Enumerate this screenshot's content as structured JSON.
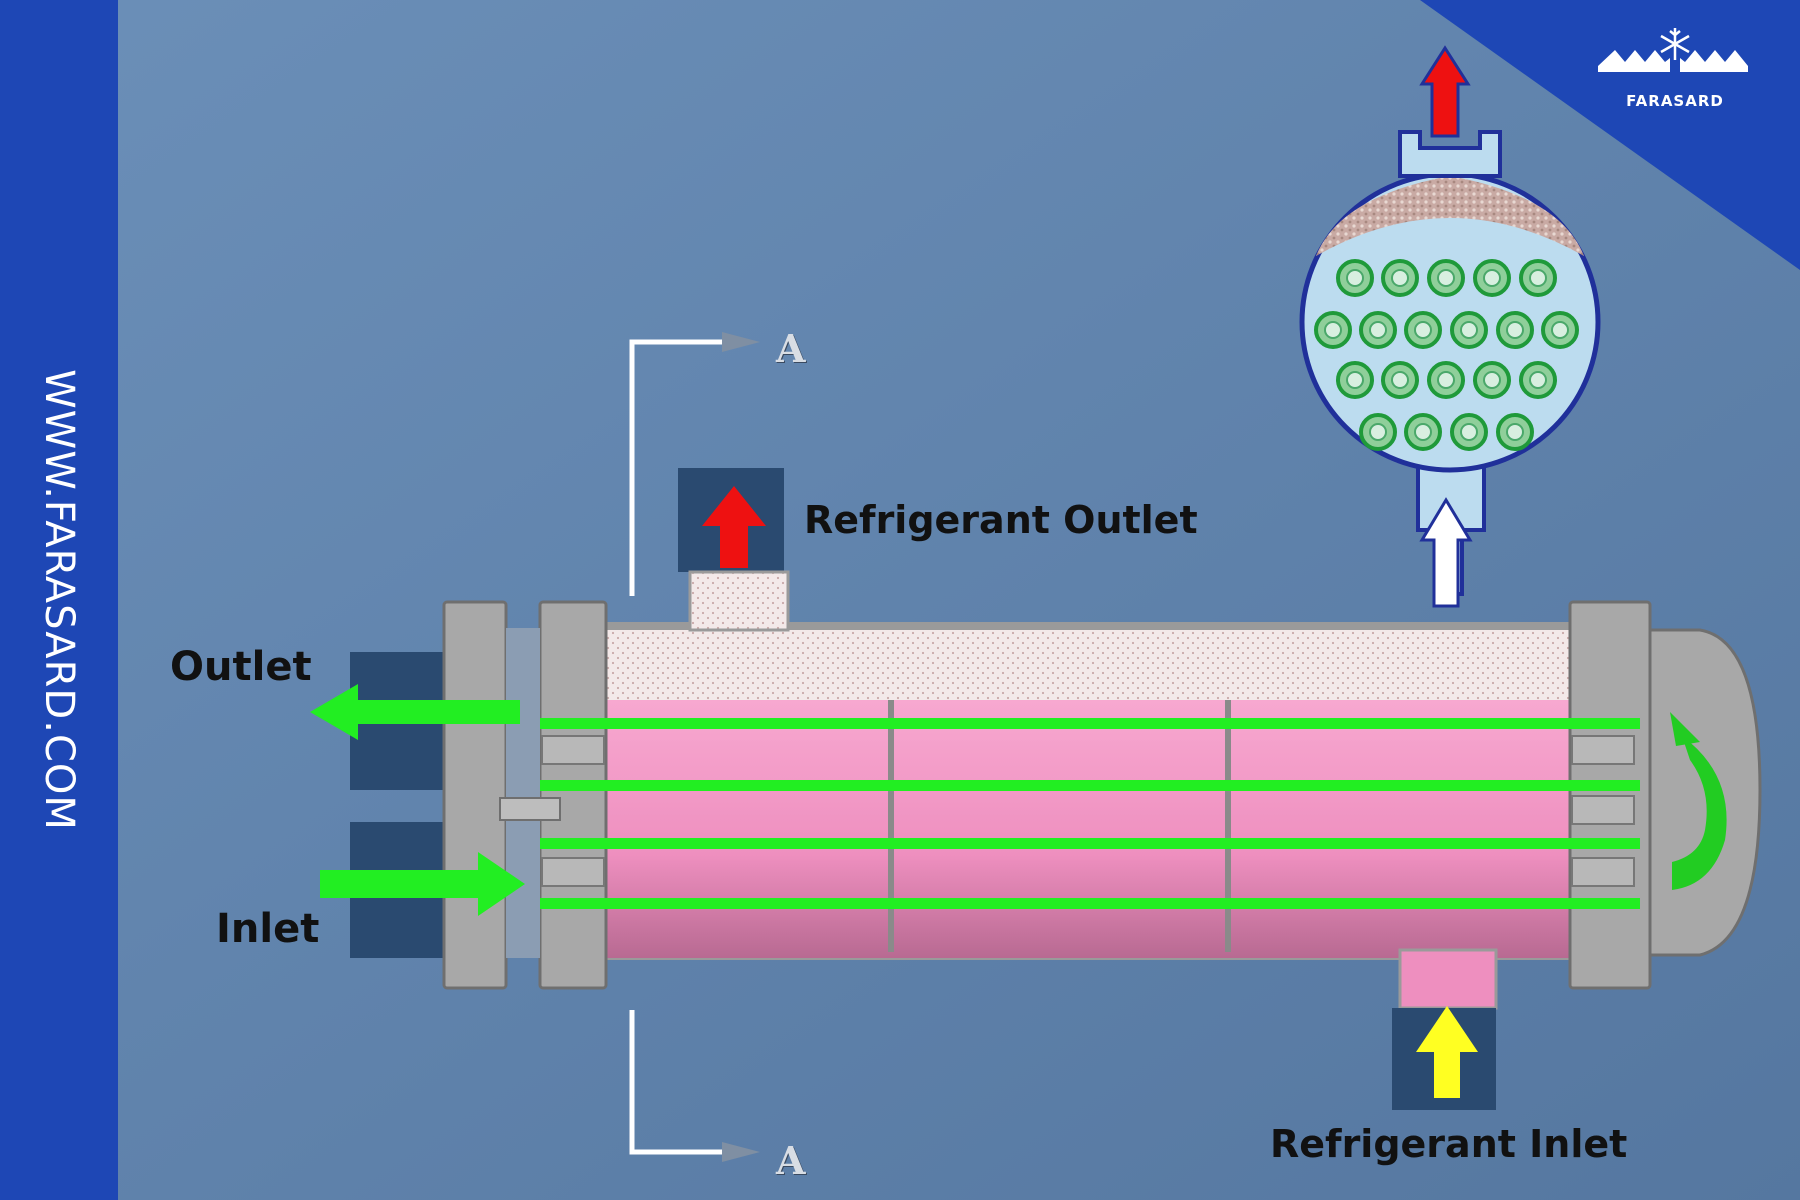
{
  "site": {
    "url": "WWW.FARASARD.COM"
  },
  "brand": {
    "name": "FARASARD"
  },
  "labels": {
    "outlet": "Outlet",
    "inlet": "Inlet",
    "refrigerant_outlet": "Refrigerant Outlet",
    "refrigerant_inlet": "Refrigerant Inlet",
    "section_top": "A",
    "section_bottom": "A"
  },
  "colors": {
    "frame_blue": "#1e47b5",
    "background": "#5b7fa8",
    "water_green": "#22ee22",
    "refrigerant_red": "#ee1111",
    "refrigerant_yellow": "#ffff22",
    "tube_pink": "#ee8fbf",
    "vapor_space": "#f1e6e6",
    "shell_gray": "#a8a8a8"
  },
  "icons": {
    "logo": "snowflake-icon"
  }
}
